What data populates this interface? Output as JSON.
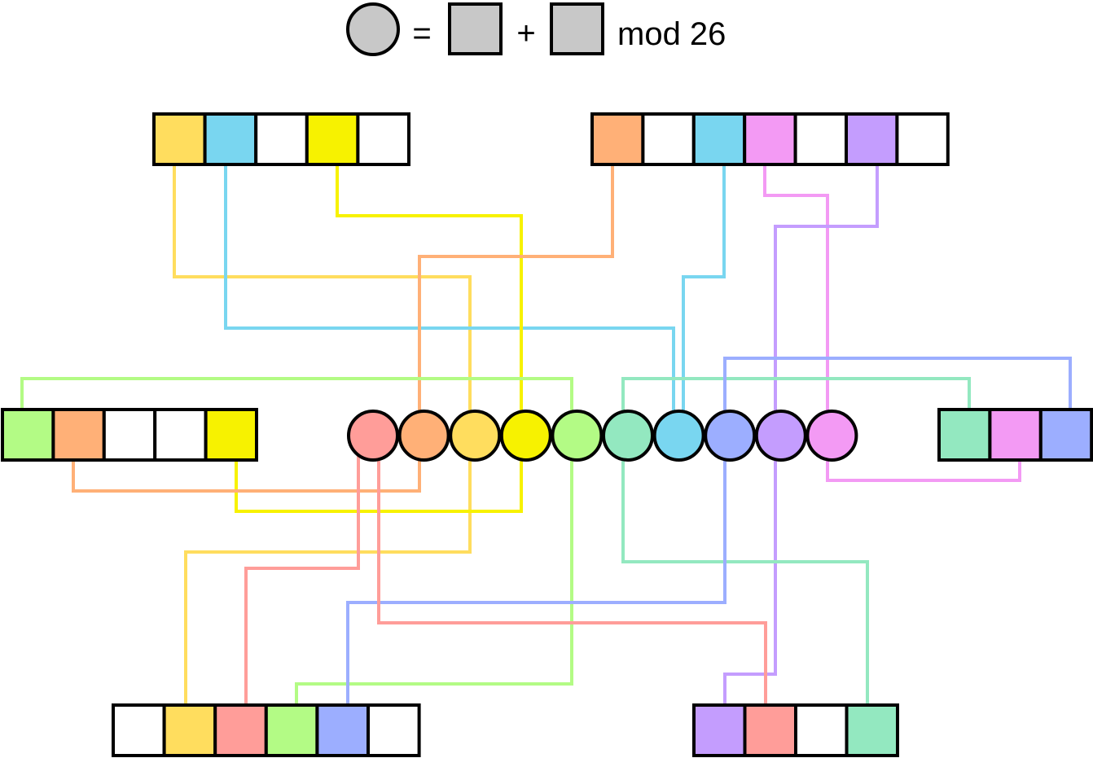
{
  "legend": {
    "equals": "=",
    "plus": "+",
    "modulus": "mod 26",
    "symbol_color": "#c8c8c8"
  },
  "colors": {
    "red": "#ff9d99",
    "orange": "#ffb077",
    "gold": "#ffdd5e",
    "yellow": "#f7f200",
    "green": "#b3fb85",
    "teal": "#93e8c0",
    "sky": "#79d6f0",
    "blue": "#9caeff",
    "purple": "#c49dfe",
    "pink": "#f39af4",
    "empty": "#ffffff"
  },
  "circle_order": [
    "red",
    "orange",
    "gold",
    "yellow",
    "green",
    "teal",
    "sky",
    "blue",
    "purple",
    "pink"
  ],
  "square_groups": [
    {
      "name": "top-left",
      "cells": [
        "gold",
        "sky",
        "empty",
        "yellow",
        "empty"
      ]
    },
    {
      "name": "top-right",
      "cells": [
        "orange",
        "empty",
        "sky",
        "pink",
        "empty",
        "purple",
        "empty"
      ]
    },
    {
      "name": "mid-left",
      "cells": [
        "green",
        "orange",
        "empty",
        "empty",
        "yellow"
      ]
    },
    {
      "name": "mid-right",
      "cells": [
        "teal",
        "pink",
        "blue"
      ]
    },
    {
      "name": "bottom-left",
      "cells": [
        "empty",
        "gold",
        "red",
        "green",
        "blue",
        "empty"
      ]
    },
    {
      "name": "bottom-right",
      "cells": [
        "purple",
        "red",
        "empty",
        "teal"
      ]
    }
  ]
}
